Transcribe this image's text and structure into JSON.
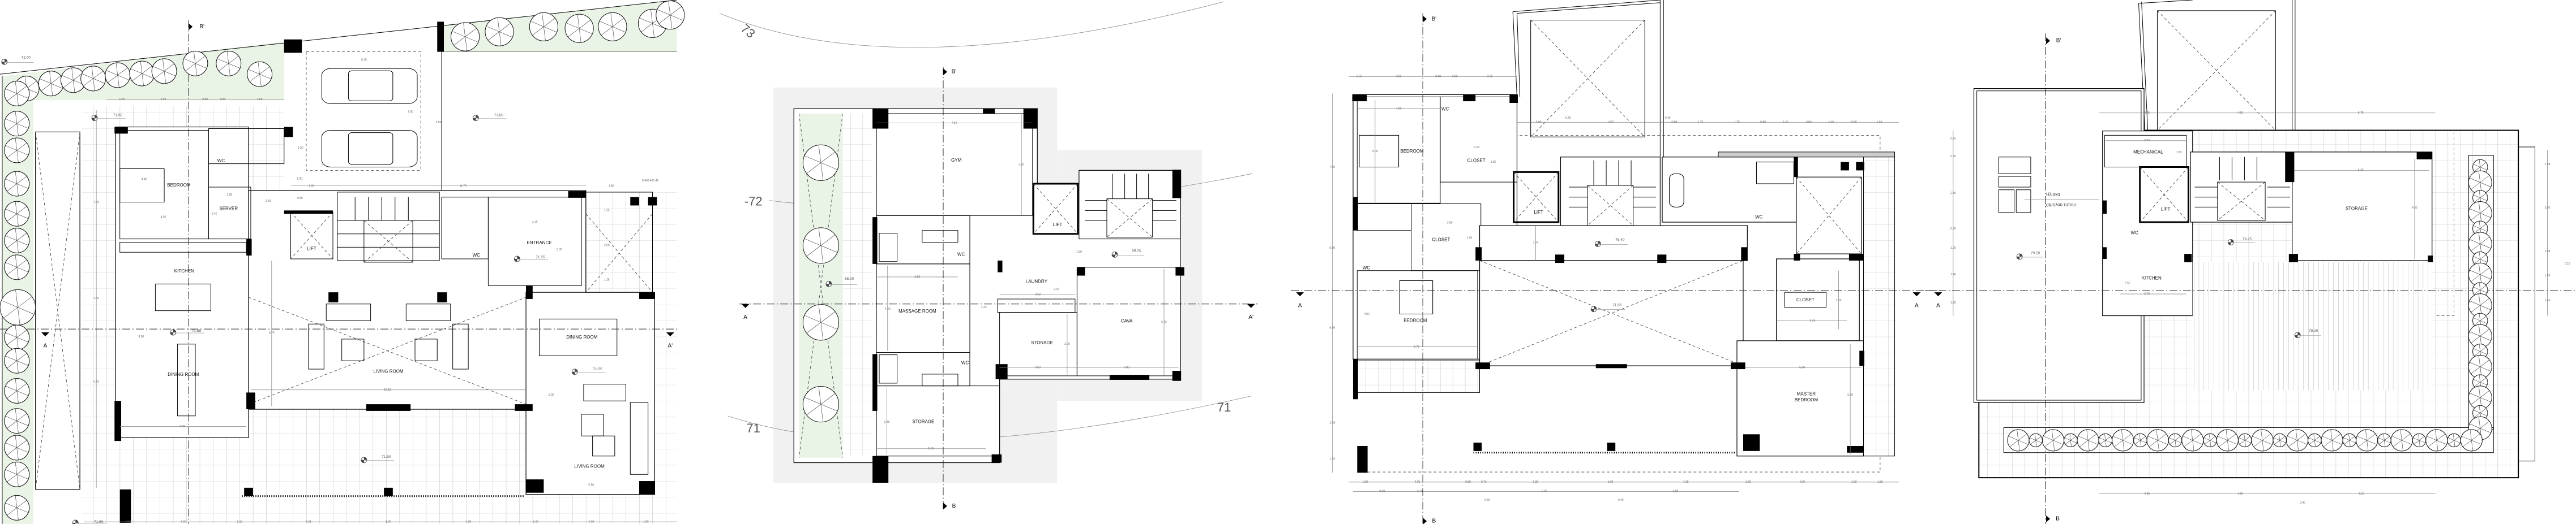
{
  "colors": {
    "line": "#000000",
    "planting": "#eaf4e6",
    "ground": "#f1f1f1",
    "dimension_text": "#666666"
  },
  "plans": [
    {
      "rooms": [
        "BEDROOM",
        "WC",
        "SERVER",
        "LIFT",
        "KITCHEN",
        "DINING ROOM",
        "LIVING ROOM",
        "ENTRANCE",
        "WC",
        "DINING ROOM",
        "LIVING ROOM"
      ],
      "levels": [
        "72.50",
        "71.50",
        "71.50",
        "71.55",
        "71.55",
        "71.55",
        "71.50",
        "71.50"
      ],
      "sections": [
        "B'",
        "A",
        "A'"
      ],
      "dims": [
        "0.75",
        "3.00",
        "0.80",
        "0.80",
        "2.65",
        "5.25",
        "5.50",
        "6.50",
        "1.90",
        "1.00",
        "2.00",
        "11.75",
        "0.85",
        "1.80",
        "1.50",
        "2.40",
        "4.40",
        "4.00",
        "7.00",
        "2.00",
        "8.90",
        "5.75",
        "6.75",
        "12.50",
        "5.75",
        "4.15",
        "3.35",
        "1.80",
        "0.400.400.40",
        "1.25",
        "2.00",
        "1.25",
        "9.00",
        "5.50",
        "0.98",
        "4.00",
        "1.12",
        "4.25",
        "3.00",
        "4.25",
        "1.00",
        "4.00",
        "1.00"
      ]
    },
    {
      "rooms": [
        "GYM",
        "WC",
        "MASSAGE ROOM",
        "WC",
        "STORAGE",
        "LIFT",
        "LAUNDRY",
        "STORAGE",
        "CAVA"
      ],
      "levels": [
        "68.00",
        "68.05"
      ],
      "sections": [
        "B'",
        "A",
        "A'",
        "B"
      ],
      "contours": [
        "73",
        "-72",
        "71",
        "71"
      ],
      "dims": [
        "7.50",
        "5.00",
        "3.85",
        "4.20",
        "1.20",
        "3.45",
        "5.15",
        "1.50",
        "2.15",
        "3.60",
        "3.00",
        "3.60",
        "5.15",
        "4.80"
      ]
    },
    {
      "rooms": [
        "BEDROOM",
        "WC",
        "CLOSET",
        "CLOSET",
        "WC",
        "BEDROOM",
        "LIFT",
        "WC",
        "CLOSET",
        "MASTER",
        "BEDROOM"
      ],
      "levels": [
        "75.40",
        "71.55"
      ],
      "sections": [
        "B'",
        "A",
        "A",
        "B"
      ],
      "dims": [
        "0.75",
        "3.00",
        "0.80",
        "0.80",
        "2.65",
        "2.00",
        "0.25",
        "4.50",
        "0.40",
        "0.80",
        "1.75",
        "1.75",
        "0.80",
        "1.40",
        "0.80",
        "1.40",
        "0.80",
        "1.60",
        "4.00",
        "5.00",
        "2.20",
        "1.80",
        "2.55",
        "1.95",
        "4.00",
        "5.75",
        "1.75",
        "2.70",
        "3.35",
        "5.50",
        "5.00",
        "7.00",
        "0.80",
        "6.95",
        "2.25",
        "1.25",
        "0.87",
        "4.00",
        "0.88",
        "0.75",
        "4.25",
        "3.00",
        "4.25",
        "1.25",
        "4.00",
        "1.00",
        "1.50",
        "0.60",
        "5.10",
        "6.05",
        "5.80",
        "0.40",
        "0.40"
      ]
    },
    {
      "rooms": [
        "MECHANICAL",
        "WC",
        "LIFT",
        "STORAGE",
        "KITCHEN"
      ],
      "levels": [
        "79.20",
        "79.25",
        "79.20"
      ],
      "sections": [
        "B'",
        "A",
        "B"
      ],
      "notes": [
        "Ηλιακα",
        "χαμηλου τυπου"
      ],
      "dims": [
        "4.25",
        "4.50",
        "6.75",
        "3.75",
        "1.50",
        "6.25",
        "4.65",
        "2.55",
        "3.75",
        "0.75",
        "0.90",
        "2.50",
        "0.80",
        "1.05",
        "1.40",
        "1.25",
        "1.08",
        "3.00",
        "1.08",
        "0.10",
        "1.00",
        "1.40",
        "4.25",
        "4.50",
        "6.10",
        "0.40"
      ]
    }
  ]
}
